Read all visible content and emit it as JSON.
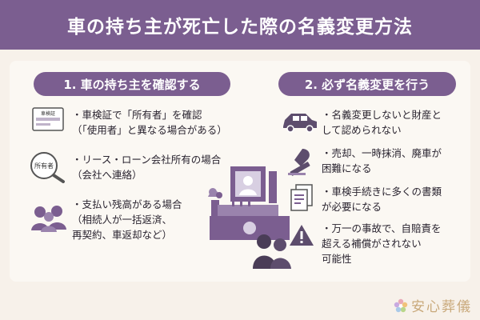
{
  "header": {
    "title": "車の持ち主が死亡した際の名義変更方法"
  },
  "left": {
    "heading": "1. 車の持ち主を確認する",
    "items": [
      {
        "icon": "vehicle-inspection-certificate-icon",
        "icon_text": "車検証",
        "lines": [
          "・車検証で「所有者」を確認",
          "（「使用者」と異なる場合がある）"
        ]
      },
      {
        "icon": "magnifier-owner-icon",
        "icon_text": "所有者",
        "lines": [
          "・リース・ローン会社所有の場合",
          "（会社へ連絡）"
        ]
      },
      {
        "icon": "people-icon",
        "lines": [
          "・支払い残高がある場合",
          "（相続人が一括返済、",
          "再契約、車返却など）"
        ]
      }
    ]
  },
  "right": {
    "heading": "2. 必ず名義変更を行う",
    "items": [
      {
        "icon": "car-icon",
        "lines": [
          "・名義変更しないと財産と",
          "して認められない"
        ]
      },
      {
        "icon": "stamp-icon",
        "lines": [
          "・売却、一時抹消、廃車が",
          "困難になる"
        ]
      },
      {
        "icon": "documents-icon",
        "lines": [
          "・車検手続きに多くの書類",
          "が必要になる"
        ]
      },
      {
        "icon": "warning-icon",
        "lines": [
          "・万一の事故で、自賠責を",
          "超える補償がされない",
          "可能性"
        ]
      }
    ]
  },
  "brand": {
    "name": "安心葬儀"
  },
  "colors": {
    "accent": "#7b5e90",
    "background": "#f7f1ea",
    "brand": "#c9a97b"
  }
}
